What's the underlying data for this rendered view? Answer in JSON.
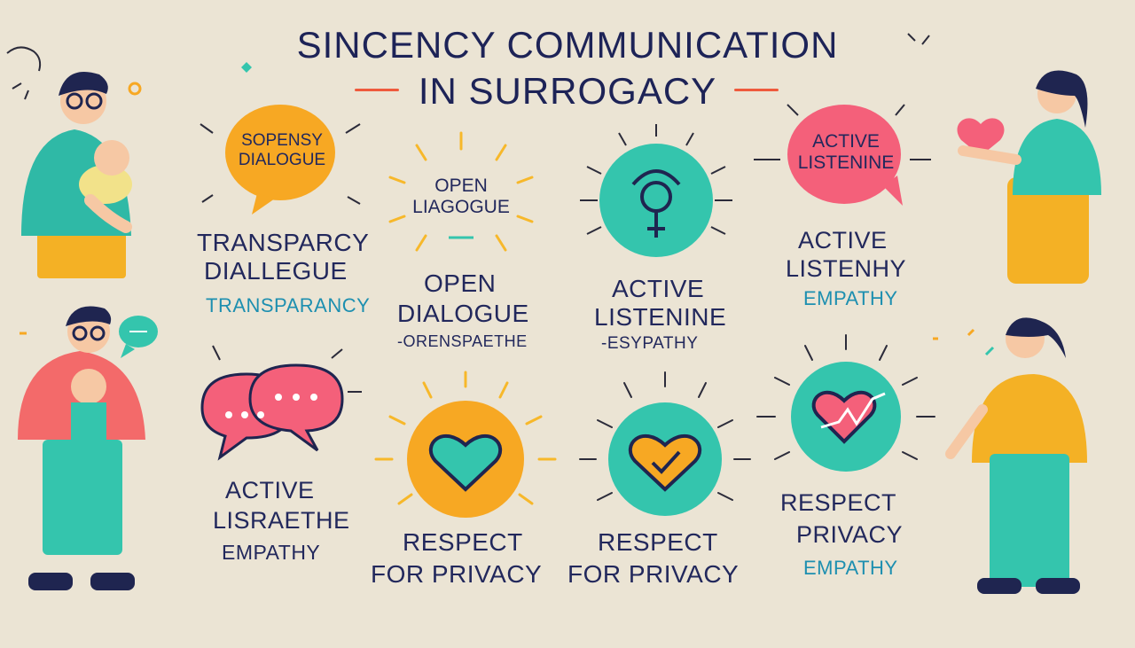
{
  "title": {
    "line1": "SINCENCY COMMUNICATION",
    "line2": "IN SURROGACY"
  },
  "colors": {
    "background": "#ebe4d4",
    "navy": "#22285c",
    "teal_text": "#1d8fb0",
    "orange": "#f7a823",
    "pink": "#f4607a",
    "teal": "#34c5ad",
    "accent_red": "#ef5a3c"
  },
  "icons": [
    "speech-bubble-icon",
    "gender-symbol-icon",
    "heart-icon",
    "heart-check-icon",
    "heart-pulse-icon",
    "chat-bubbles-icon"
  ],
  "row1": {
    "orange_bubble": "SOPENSY\nDIALOGUE",
    "col1": {
      "line1": "TRANSPARCY",
      "line2": "DIALLEGUE",
      "line3": "TRANSPARANCY"
    },
    "sun_label": "OPEN\nLIAGOGUE",
    "col2": {
      "line1": "OPEN",
      "line2": "DIALOGUE",
      "line3": "-ORENSPAETHE"
    },
    "col3": {
      "line1": "ACTIVE",
      "line2": "LISTENINE",
      "line3": "-ESYPATHY"
    },
    "pink_bubble": "ACTIVE\nLISTENINE",
    "col4": {
      "line1": "ACTIVE",
      "line2": "LISTENHY",
      "line3": "EMPATHY"
    }
  },
  "row2": {
    "col1": {
      "line1": "ACTIVE",
      "line2": "LISRAETHE",
      "line3": "EMPATHY"
    },
    "col2": {
      "line1": "RESPECT",
      "line2": "FOR PRIVACY"
    },
    "col3": {
      "line1": "RESPECT",
      "line2": "FOR PRIVACY"
    },
    "col4": {
      "line1": "RESPECT",
      "line2": "PRIVACY",
      "line3": "EMPATHY"
    }
  }
}
